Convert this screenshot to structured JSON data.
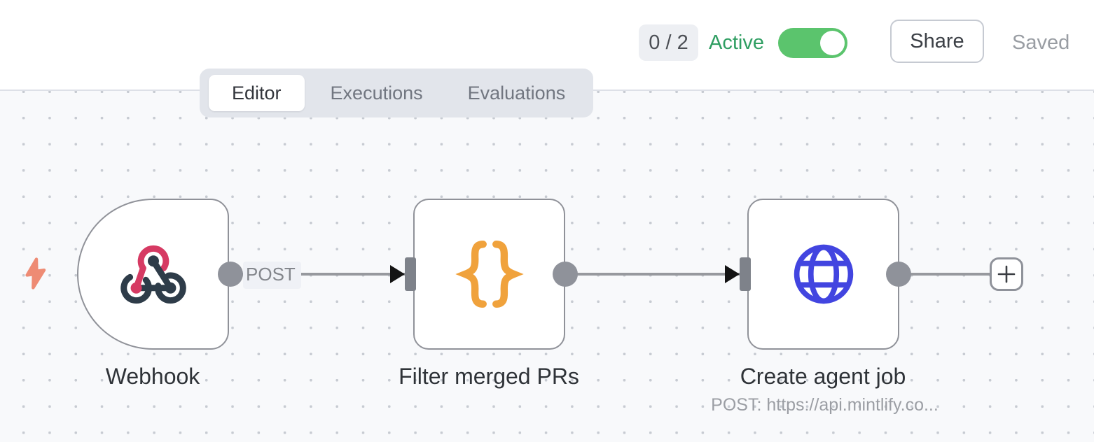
{
  "header": {
    "execution_counter": "0 / 2",
    "active_label": "Active",
    "active_state": "on",
    "share_button": "Share",
    "save_status": "Saved"
  },
  "tabs": [
    {
      "label": "Editor",
      "active": true
    },
    {
      "label": "Executions",
      "active": false
    },
    {
      "label": "Evaluations",
      "active": false
    }
  ],
  "workflow": {
    "nodes": [
      {
        "id": "webhook",
        "label": "Webhook",
        "type": "webhook-trigger",
        "icon": "webhook-icon",
        "output_label": "POST"
      },
      {
        "id": "filter",
        "label": "Filter merged PRs",
        "type": "code",
        "icon": "code-braces-icon"
      },
      {
        "id": "http",
        "label": "Create agent job",
        "type": "http-request",
        "icon": "globe-icon",
        "subtitle": "POST: https://api.mintlify.co..."
      }
    ],
    "connections": [
      {
        "from": "webhook",
        "to": "filter",
        "label": "POST"
      },
      {
        "from": "filter",
        "to": "http"
      },
      {
        "from": "http",
        "to": "add-node-button"
      }
    ]
  },
  "colors": {
    "accent_green": "#5bc46d",
    "active_text_green": "#2f9e62",
    "webhook_pink": "#d63a63",
    "webhook_slate": "#2e3c49",
    "code_orange": "#f0a23c",
    "http_blue": "#4245e0",
    "bolt_coral": "#ee8b74",
    "canvas_bg": "#f8f9fb",
    "node_border": "#909299",
    "wire_gray": "#97999e"
  }
}
